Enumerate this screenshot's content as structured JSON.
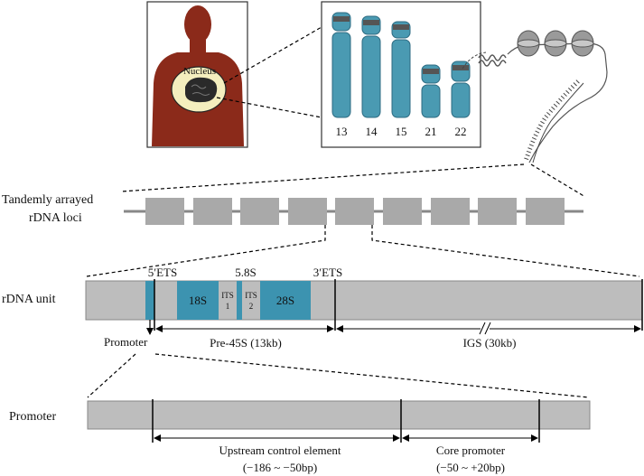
{
  "figure": {
    "nucleus_label": "Nucleus",
    "chromosomes": [
      "13",
      "14",
      "15",
      "21",
      "22"
    ],
    "tandem_label_line1": "Tandemly arrayed",
    "tandem_label_line2": "rDNA loci",
    "rdna_unit_label": "rDNA unit",
    "ets5_label": "5′ETS",
    "s58_label": "5.8S",
    "ets3_label": "3′ETS",
    "s18_label": "18S",
    "its1_top": "ITS",
    "its1_bottom": "1",
    "its2_top": "ITS",
    "its2_bottom": "2",
    "s28_label": "28S",
    "promoter_arrow_label": "Promoter",
    "pre45s_label": "Pre-45S (13kb)",
    "igs_label": "IGS (30kb)",
    "promoter_row_label": "Promoter",
    "uce_label": "Upstream control element",
    "uce_range": "(−186 ~ −50bp)",
    "core_label": "Core promoter",
    "core_range": "(−50 ~ +20bp)"
  },
  "colors": {
    "body": "#8b2a1a",
    "nucleus_fill": "#f4eebe",
    "chromatin": "#2a2a2a",
    "chromosome": "#4a9ab2",
    "chromosome_band": "#555555",
    "unit_gray": "#bdbdbd",
    "rrna_blue": "#3c93b0",
    "line": "#000000"
  }
}
